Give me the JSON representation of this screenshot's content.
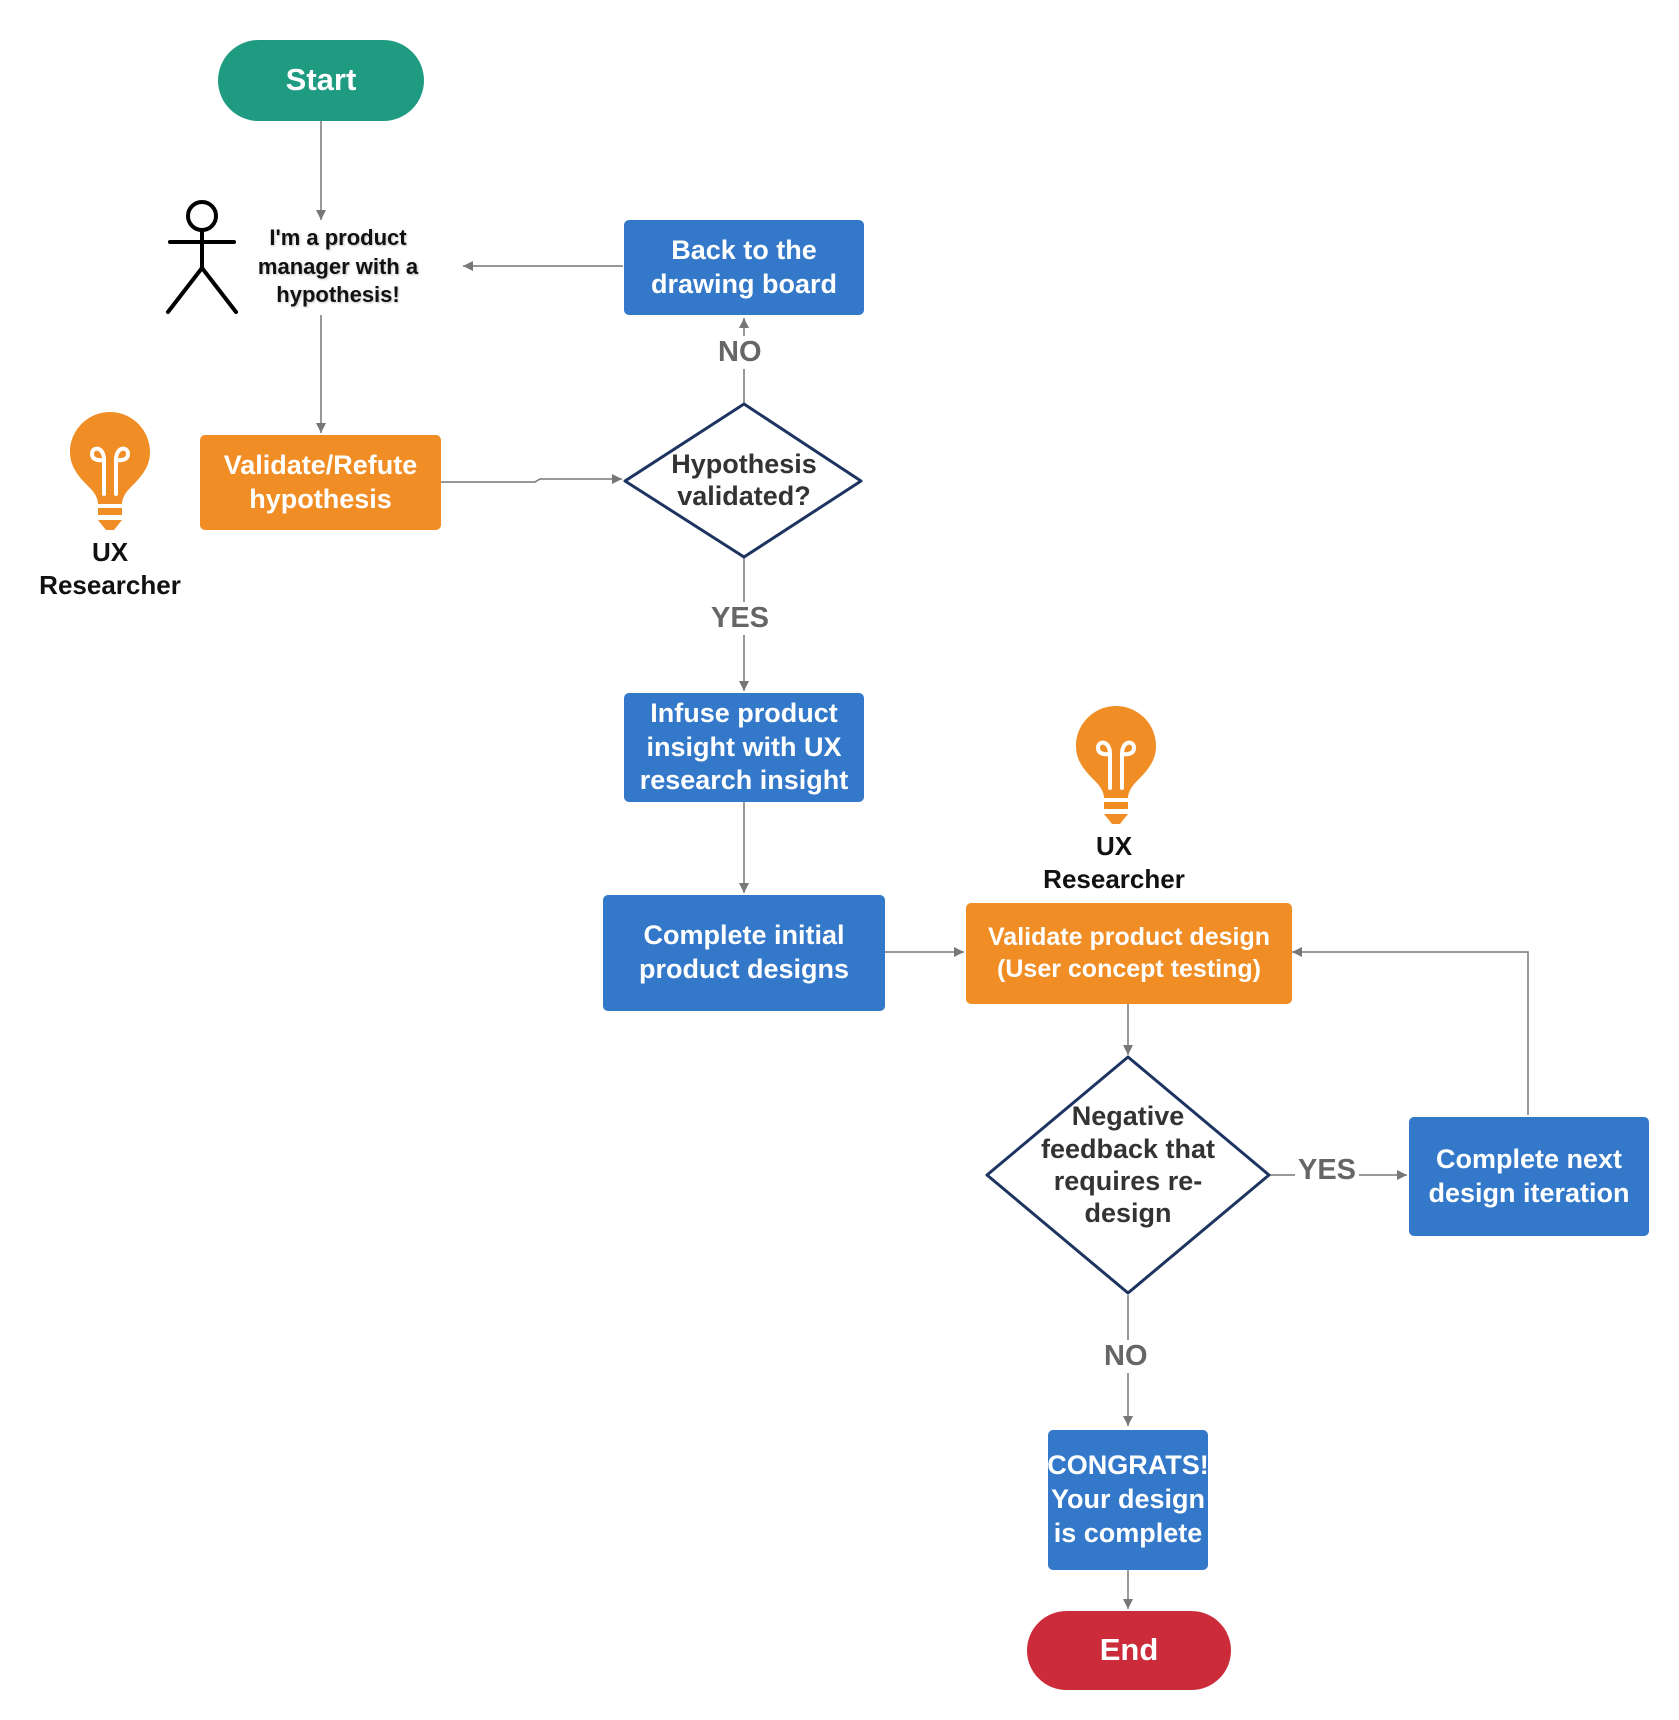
{
  "colors": {
    "blue": "#3478ca",
    "orange": "#f08e25",
    "green": "#1f9b81",
    "red": "#cc2c3a",
    "diamond_border": "#1d3461",
    "arrow": "#777777"
  },
  "nodes": {
    "start": "Start",
    "end": "End",
    "product_manager": "I'm a product manager with a hypothesis!",
    "validate_hypothesis": "Validate/Refute hypothesis",
    "back_to_drawing_board": "Back to the drawing board",
    "hypothesis_validated": "Hypothesis validated?",
    "infuse_insight": "Infuse product insight with UX research insight",
    "complete_initial_designs": "Complete initial product designs",
    "validate_product_design": "Validate product design (User concept testing)",
    "negative_feedback": "Negative feedback that requires re-design",
    "complete_next_iteration": "Complete next design iteration",
    "congrats": "CONGRATS! Your design is complete"
  },
  "edge_labels": {
    "hypothesis_no": "NO",
    "hypothesis_yes": "YES",
    "feedback_yes": "YES",
    "feedback_no": "NO"
  },
  "roles": {
    "ux_researcher_1": "UX Researcher",
    "ux_researcher_2": "UX Researcher"
  },
  "icons": [
    "stick-figure-icon",
    "lightbulb-icon"
  ]
}
